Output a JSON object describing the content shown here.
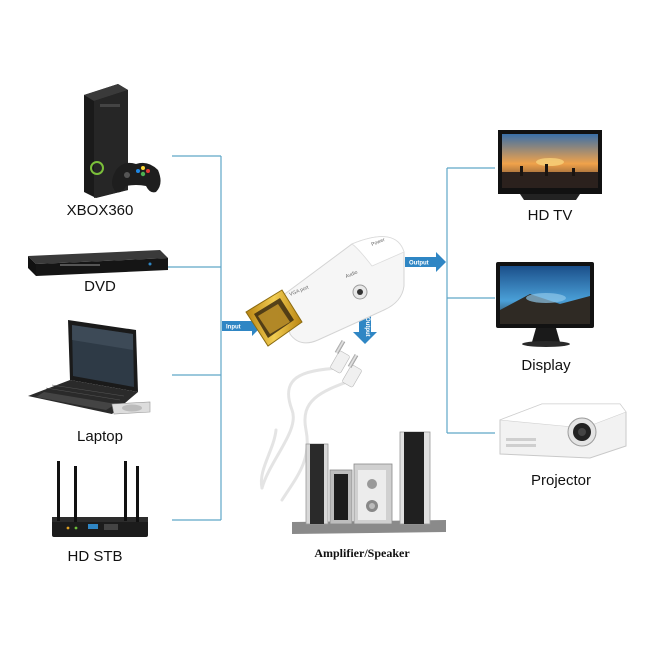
{
  "sources": [
    {
      "id": "xbox",
      "label": "XBOX360",
      "icon": "xbox-console-icon"
    },
    {
      "id": "dvd",
      "label": "DVD",
      "icon": "dvd-player-icon"
    },
    {
      "id": "laptop",
      "label": "Laptop",
      "icon": "laptop-icon"
    },
    {
      "id": "stb",
      "label": "HD STB",
      "icon": "router-stb-icon"
    }
  ],
  "outputs": [
    {
      "id": "tv",
      "label": "HD TV",
      "icon": "tv-icon"
    },
    {
      "id": "display",
      "label": "Display",
      "icon": "monitor-icon"
    },
    {
      "id": "projector",
      "label": "Projector",
      "icon": "projector-icon"
    }
  ],
  "arrows": {
    "input": "Input",
    "output_video": "Output",
    "output_audio": "Output"
  },
  "adapter": {
    "port_video": "VGA port",
    "port_audio": "Audio",
    "port_power": "Power",
    "icon": "hdmi-vga-adapter-icon"
  },
  "audio": {
    "label": "Amplifier/Speaker",
    "icon": "speaker-system-icon",
    "cable_icon": "audio-cable-icon"
  },
  "colors": {
    "line": "#5fa6c7",
    "arrow": "#2f86c4",
    "device_dark": "#1c1c1c",
    "adapter_body": "#f4f4f4",
    "connector_gold": "#d9a72a"
  }
}
